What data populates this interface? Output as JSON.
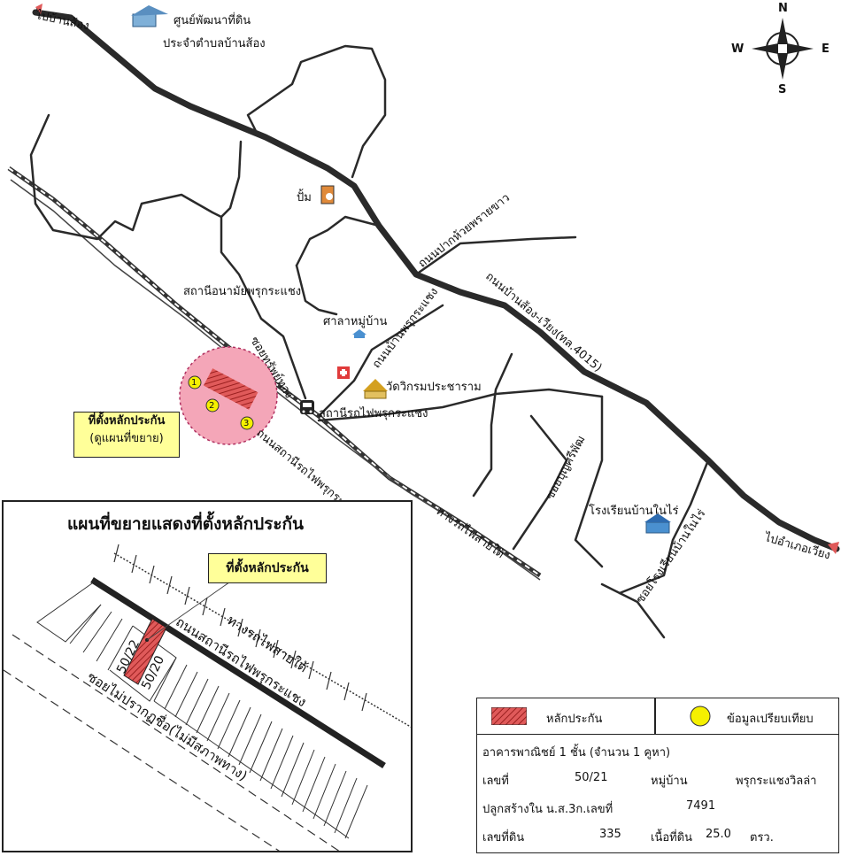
{
  "compass": {
    "n": "N",
    "s": "S",
    "e": "E",
    "w": "W"
  },
  "places": {
    "to_ban_song": "ไปบ้านส้อง",
    "land_center_l1": "ศูนย์พัฒนาที่ดิน",
    "land_center_l2": "ประจำตำบลบ้านส้อง",
    "pump": "ปั้ม",
    "road_huai_phrai_khao": "ถนนปากห้วยพรายขาว",
    "road_ban_song_wiang": "ถนนบ้านส้อง-เวียง(ทล.4015)",
    "health_station": "สถานีอนามัยพรุกระแชง",
    "sala": "ศาลาหมู่บ้าน",
    "road_ban_phru": "ถนนบ้านพรุกระแชง",
    "soi_sap_thong": "ซอยทรัพย์ทอง",
    "temple": "วัดวิกรมประชาราม",
    "rail_station": "สถานีรถไฟพรุกระแชง",
    "road_station": "ถนนสถานีรถไฟพรุกระแชง",
    "railway": "ทางรถไฟสายใต้",
    "soi_bun_sri": "ซอยบุญศรีพัฒ",
    "school": "โรงเรียนบ้านในไร่",
    "soi_school": "ซอยโรงเรียนบ้านในไร่",
    "to_wiang": "ไปอำเภอเวียง",
    "collateral_l1": "ที่ตั้งหลักประกัน",
    "collateral_l2": "(ดูแผนที่ขยาย)",
    "marker_1": "1",
    "marker_2": "2",
    "marker_3": "3"
  },
  "inset": {
    "title": "แผนที่ขยายแสดงที่ตั้งหลักประกัน",
    "collateral_label": "ที่ตั้งหลักประกัน",
    "railway": "ทางรถไฟสายใต้",
    "road": "ถนนสถานีรถไฟพรุกระแชง",
    "soi": "ซอยไม่ปรากฏชื่อ(ไม่มีสภาพทาง)",
    "plot_left": "50/22",
    "plot_right": "50/20"
  },
  "legend": {
    "collateral": "หลักประกัน",
    "comparable": "ข้อมูลเปรียบเทียบ",
    "building": "อาคารพาณิชย์ 1 ชั้น (จำนวน 1 คูหา)",
    "no_label": "เลขที่",
    "no_value": "50/21",
    "village_label": "หมู่บ้าน",
    "village_value": "พรุกระแชงวิลล่า",
    "deed_label": "ปลูกสร้างใน น.ส.3ก.เลขที่",
    "deed_value": "7491",
    "land_label": "เลขที่ดิน",
    "land_value": "335",
    "area_label": "เนื้อที่ดิน",
    "area_value": "25.0",
    "area_unit": "ตรว."
  },
  "colors": {
    "road": "#2a2a2a",
    "collateral_circle": "#f4a6b8",
    "collateral_fill": "#e05a5a",
    "label_bg": "#ffff99",
    "comparable": "#f5f000"
  }
}
